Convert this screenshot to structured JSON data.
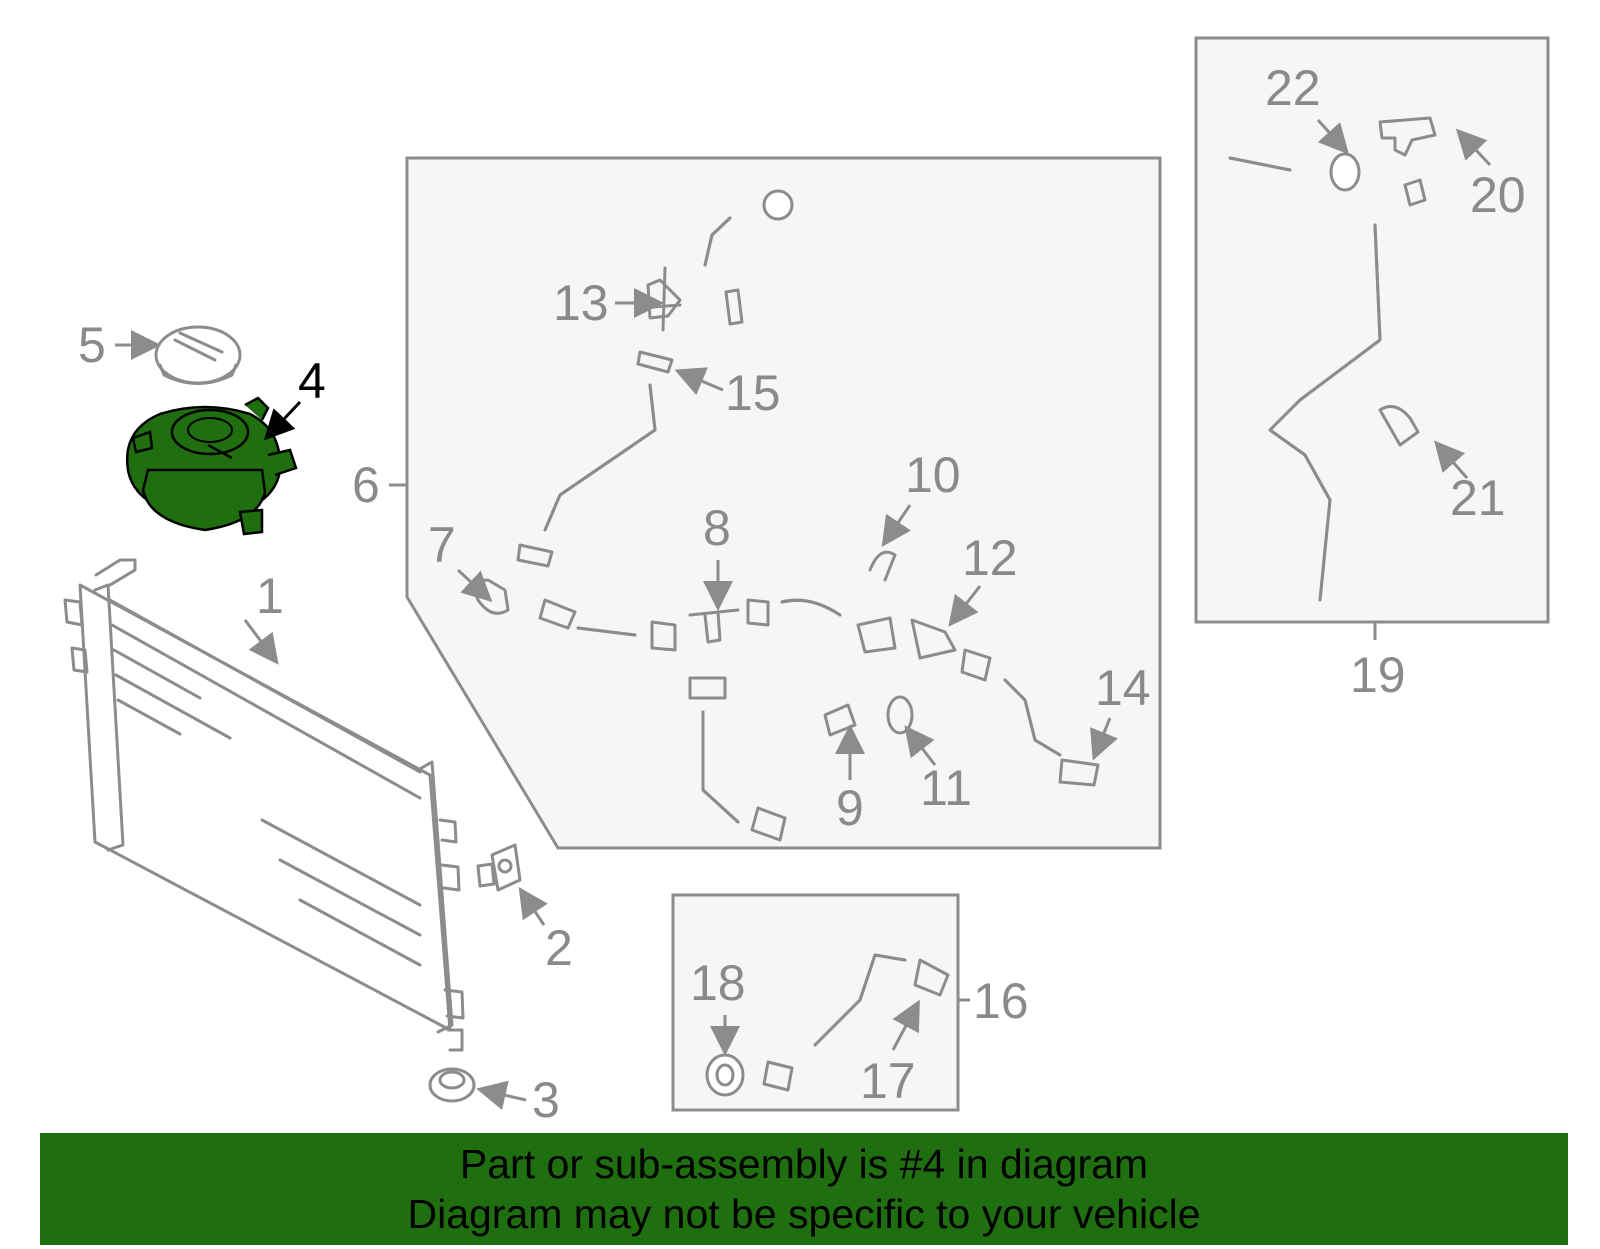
{
  "highlight": {
    "part": "4",
    "color": "#1f6e10"
  },
  "callouts": {
    "c1": "1",
    "c2": "2",
    "c3": "3",
    "c4": "4",
    "c5": "5",
    "c6": "6",
    "c7": "7",
    "c8": "8",
    "c9": "9",
    "c10": "10",
    "c11": "11",
    "c12": "12",
    "c13": "13",
    "c14": "14",
    "c15": "15",
    "c16": "16",
    "c17": "17",
    "c18": "18",
    "c19": "19",
    "c20": "20",
    "c21": "21",
    "c22": "22"
  },
  "banner": {
    "line1": "Part or sub-assembly is #4 in diagram",
    "line2": "Diagram may not be specific to your vehicle",
    "background": "#1f6e10"
  }
}
